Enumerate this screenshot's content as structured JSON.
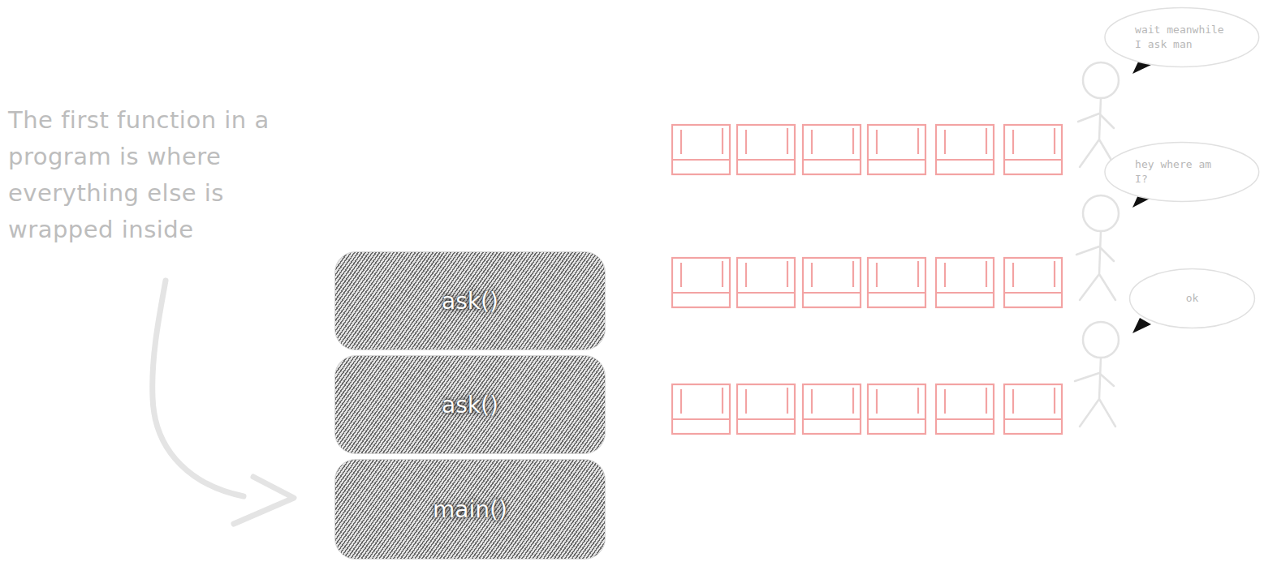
{
  "diagram": {
    "nodes": [
      {
        "text": [
          "ask()"
        ]
      },
      {
        "text": [
          "ask()"
        ]
      },
      {
        "text": [
          "main()"
        ]
      },
      {
        "text": [
          "wait meanwhile I ask man"
        ]
      },
      {
        "text": [
          "hey where am I?"
        ]
      },
      {
        "text": [
          "ok"
        ]
      }
    ],
    "labels": [
      "The first function in a program is where everything else is wrapped inside"
    ]
  }
}
